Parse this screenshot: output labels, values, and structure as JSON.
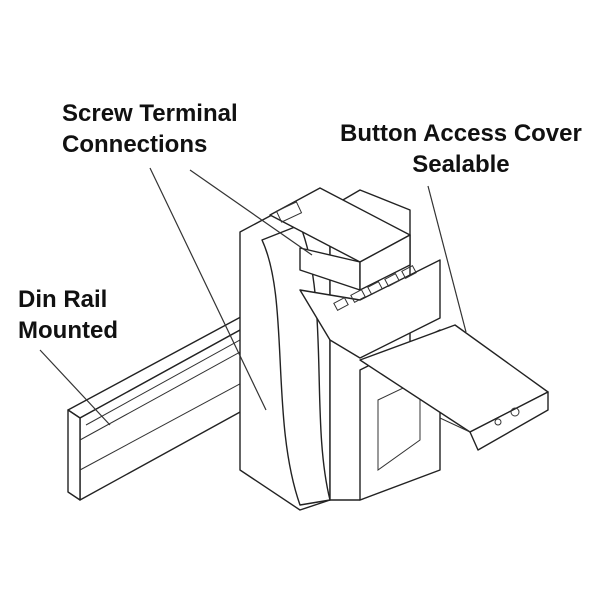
{
  "labels": {
    "screw_terminal": {
      "line1": "Screw Terminal",
      "line2": "Connections"
    },
    "button_cover": {
      "line1": "Button Access Cover",
      "line2": "Sealable"
    },
    "din_rail": {
      "line1": "Din Rail",
      "line2": "Mounted"
    }
  }
}
